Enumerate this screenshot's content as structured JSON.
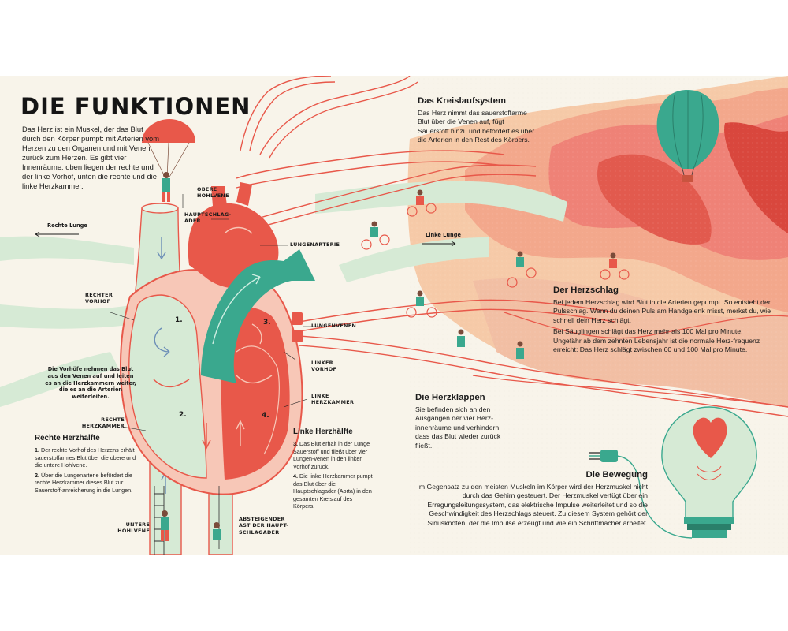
{
  "title": "DIE FUNKTIONEN",
  "intro": "Das Herz ist ein Muskel, der das Blut durch den Körper pumpt: mit Arterien vom Herzen zu den Organen und mit Venen zurück zum Herzen. Es gibt vier Innenräume: oben liegen der rechte und der linke Vorhof, unten die rechte und die linke Herzkammer.",
  "labels": {
    "rechte_lunge": "Rechte Lunge",
    "linke_lunge": "Linke Lunge",
    "obere_hohlvene": "OBERE HOHLVENE",
    "hauptschlagader": "HAUPTSCHLAG- ADER",
    "lungenarterie": "LUNGENARTERIE",
    "rechter_vorhof": "RECHTER VORHOF",
    "lungenvenen": "LUNGENVENEN",
    "linker_vorhof": "LINKER VORHOF",
    "linke_herzkammer": "LINKE HERZKAMMER",
    "rechte_herzkammer": "RECHTE HERZKAMMER",
    "untere_hohlvene": "UNTERE HOHLVENE",
    "absteigender_ast": "ABSTEIGENDER AST DER HAUPT- SCHLAGADER"
  },
  "numbers": [
    "1.",
    "2.",
    "3.",
    "4."
  ],
  "vorhoefe_note": "Die Vorhöfe nehmen das Blut aus den Venen auf und leiten es an die Herzkammern weiter, die es an die Arterien weiterleiten.",
  "rechte_haelfte": {
    "heading": "Rechte Herzhälfte",
    "items": [
      {
        "n": "1.",
        "text": "Der rechte Vorhof des Herzens erhält sauerstoffarmes Blut über die obere und die untere Hohlvene."
      },
      {
        "n": "2.",
        "text": "Über die Lungenarterie befördert die rechte Herzkammer dieses Blut zur Sauerstoff-anreicherung in die Lungen."
      }
    ]
  },
  "linke_haelfte": {
    "heading": "Linke Herzhälfte",
    "items": [
      {
        "n": "3.",
        "text": "Das Blut erhält in der Lunge Sauerstoff und fließt über vier Lungen-venen in den linken Vorhof zurück."
      },
      {
        "n": "4.",
        "text": "Die linke Herzkammer pumpt das Blut über die Hauptschlagader (Aorta) in den gesamten Kreislauf des Körpers."
      }
    ]
  },
  "kreislauf": {
    "heading": "Das Kreislaufsystem",
    "text": "Das Herz nimmt das sauerstoffarme Blut über die Venen auf, fügt Sauerstoff hinzu und befördert es über die Arterien in den Rest des Körpers."
  },
  "herzschlag": {
    "heading": "Der Herzschlag",
    "p1": "Bei jedem Herzschlag wird Blut in die Arterien gepumpt. So entsteht der Pulsschlag. Wenn du deinen Puls am Handgelenk misst, merkst du, wie schnell dein Herz schlägt.",
    "p2": "Bei Säuglingen schlägt das Herz mehr als 100 Mal pro Minute. Ungefähr ab dem zehnten Lebensjahr ist die normale Herz-frequenz erreicht: Das Herz schlägt zwischen 60 und 100 Mal pro Minute."
  },
  "herzklappen": {
    "heading": "Die Herzklappen",
    "text": "Sie befinden sich an den Ausgängen der vier Herz-innenräume und verhindern, dass das Blut wieder zurück fließt."
  },
  "bewegung": {
    "heading": "Die Bewegung",
    "text": "Im Gegensatz zu den meisten Muskeln im Körper wird der Herzmuskel nicht durch das Gehirn gesteuert. Der Herzmuskel verfügt über ein Erregungsleitungssystem, das elektrische Impulse weiterleitet und so die Geschwindigkeit des Herzschlags steuert. Zu diesem System gehört der Sinusknoten, der die Impulse erzeugt und wie ein Schrittmacher arbeitet."
  },
  "colors": {
    "paper": "#f8f4ea",
    "coral": "#e8584a",
    "teal": "#3aa88e",
    "pale_green": "#d6ead5",
    "peach": "#f7d0b2",
    "pink_bright": "#ef8277",
    "ink": "#1b1b1b"
  }
}
